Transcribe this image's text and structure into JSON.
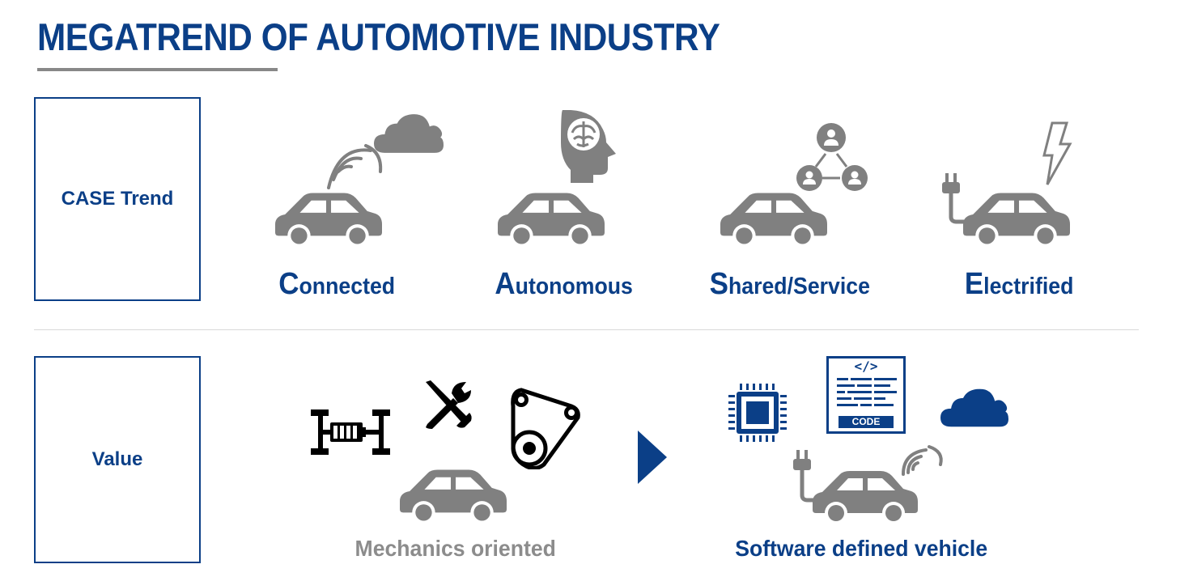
{
  "title": "MEGATREND OF AUTOMOTIVE INDUSTRY",
  "rows": {
    "case_label": "CASE Trend",
    "value_label": "Value"
  },
  "trends": [
    {
      "initial": "C",
      "rest": "onnected",
      "icon": "cloud-signal-icon"
    },
    {
      "initial": "A",
      "rest": "utonomous",
      "icon": "brain-head-icon"
    },
    {
      "initial": "S",
      "rest": "hared/Service",
      "icon": "people-network-icon"
    },
    {
      "initial": "E",
      "rest": "lectrified",
      "icon": "lightning-plug-icon"
    }
  ],
  "value": {
    "from_caption": "Mechanics oriented",
    "to_caption": "Software defined vehicle",
    "code_label": "CODE",
    "code_tag": "</>"
  },
  "colors": {
    "brand_blue": "#0b3f87",
    "icon_gray": "#808080",
    "muted_text": "#8c8c8c"
  }
}
